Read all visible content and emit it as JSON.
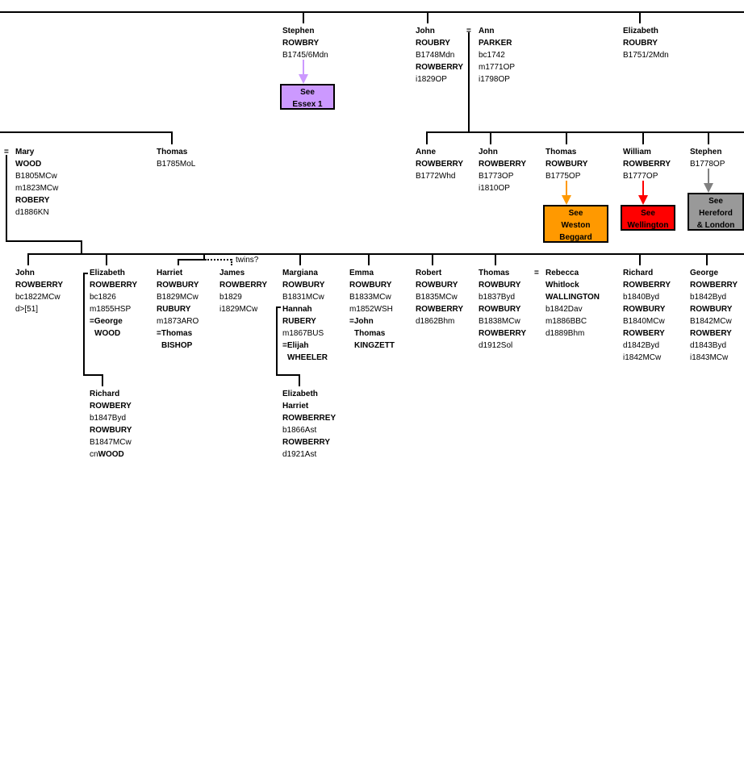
{
  "people": {
    "stephen_1745": [
      "Stephen",
      "ROWBRY",
      "B1745/6Mdn"
    ],
    "john_1748": [
      "John",
      "ROUBRY",
      "B1748Mdn",
      "ROWBERRY",
      "i1829OP"
    ],
    "ann_parker": [
      "Ann",
      "PARKER",
      "bc1742",
      "m1771OP",
      "i1798OP"
    ],
    "elizabeth_1751": [
      "Elizabeth",
      "ROUBRY",
      "B1751/2Mdn"
    ],
    "mary_wood": [
      "Mary",
      "WOOD",
      "B1805MCw",
      "m1823MCw",
      "ROBERY",
      "d1886KN"
    ],
    "thomas_1785": [
      "Thomas",
      "B1785MoL"
    ],
    "anne_1772": [
      "Anne",
      "ROWBERRY",
      "B1772Whd"
    ],
    "john_1773": [
      "John",
      "ROWBERRY",
      "B1773OP",
      "i1810OP"
    ],
    "thomas_1775": [
      "Thomas",
      "ROWBURY",
      "B1775OP"
    ],
    "william_1777": [
      "William",
      "ROWBERRY",
      "B1777OP"
    ],
    "stephen_1778": [
      "Stephen",
      "B1778OP"
    ],
    "john_1822": [
      "John",
      "ROWBERRY",
      "bc1822MCw",
      "d>[51]"
    ],
    "elizabeth_1826": [
      "Elizabeth",
      "ROWBERRY",
      "bc1826",
      "m1855HSP",
      "=George",
      "WOOD"
    ],
    "harriet_1829": [
      "Harriet",
      "ROWBURY",
      "B1829MCw",
      "RUBURY",
      "m1873ARO",
      "=Thomas",
      "BISHOP"
    ],
    "james_1829": [
      "James",
      "ROWBERRY",
      "b1829",
      "i1829MCw"
    ],
    "margiana_1831": [
      "Margiana",
      "ROWBURY",
      "B1831MCw"
    ],
    "hannah_rubery": [
      "Hannah",
      "RUBERY",
      "m1867BUS",
      "=Elijah",
      "WHEELER"
    ],
    "emma_1833": [
      "Emma",
      "ROWBURY",
      "B1833MCw",
      "m1852WSH",
      "=John",
      "Thomas",
      "KINGZETT"
    ],
    "robert_1835": [
      "Robert",
      "ROWBURY",
      "B1835MCw",
      "ROWBERRY",
      "d1862Bhm"
    ],
    "thomas_1837": [
      "Thomas",
      "ROWBURY",
      "b1837Byd",
      "ROWBURY",
      "B1838MCw",
      "ROWBERRY",
      "d1912Sol"
    ],
    "rebecca_whitlock": [
      "Rebecca",
      "Whitlock",
      "WALLINGTON",
      "b1842Dav",
      "m1886BBC",
      "d1889Bhm"
    ],
    "richard_1840": [
      "Richard",
      "ROWBERRY",
      "b1840Byd",
      "ROWBURY",
      "B1840MCw",
      "ROWBERY",
      "d1842Byd",
      "i1842MCw"
    ],
    "george_1842": [
      "George",
      "ROWBERRY",
      "b1842Byd",
      "ROWBURY",
      "B1842MCw",
      "ROWBERY",
      "d1843Byd",
      "i1843MCw"
    ],
    "richard_1847": [
      "Richard",
      "ROWBERY",
      "b1847Byd",
      "ROWBURY",
      "B1847MCw",
      "cnWOOD"
    ],
    "elizabeth_harriet": [
      "Elizabeth",
      "Harriet",
      "ROWBERREY",
      "b1866Ast",
      "ROWBERRY",
      "d1921Ast"
    ]
  },
  "links": {
    "essex": [
      "See",
      "Essex 1"
    ],
    "weston": [
      "See",
      "Weston",
      "Beggard"
    ],
    "wellington": [
      "See",
      "Wellington"
    ],
    "hereford": [
      "See",
      "Hereford",
      "& London"
    ]
  },
  "note_twins": "twins?",
  "equals": "=",
  "colors": {
    "essex_fill": "#CC99FF",
    "weston_fill": "#FF9900",
    "wellington_fill": "#FF0000",
    "hereford_fill": "#999999",
    "essex_arrow": "#CC99FF",
    "weston_arrow": "#FF9900",
    "wellington_arrow": "#FF0000",
    "hereford_arrow": "#808080"
  }
}
